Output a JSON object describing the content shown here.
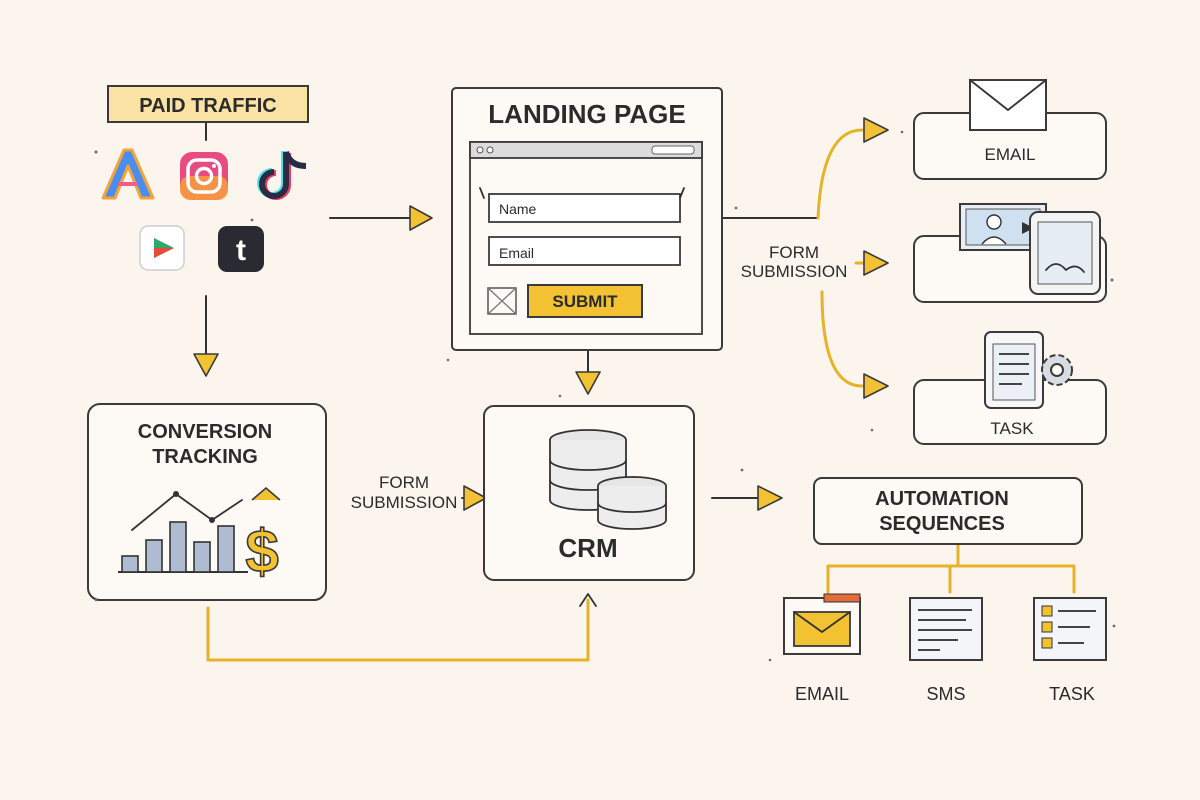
{
  "paid_traffic": {
    "title": "PAID TRAFFIC",
    "icons": [
      "ads-a-icon",
      "instagram-icon",
      "tiktok-icon",
      "play-ads-icon",
      "tumblr-icon"
    ]
  },
  "landing_page": {
    "title": "LANDING PAGE",
    "name_placeholder": "Name",
    "email_placeholder": "Email",
    "submit_label": "SUBMIT"
  },
  "form_submission_right": {
    "line1": "FORM",
    "line2": "SUBMISSION"
  },
  "form_submission_left": {
    "line1": "FORM",
    "line2": "SUBMISSION"
  },
  "conversion_tracking": {
    "line1": "CONVERSION",
    "line2": "TRACKING"
  },
  "crm": {
    "title": "CRM"
  },
  "right_outputs": {
    "email": "EMAIL",
    "task": "TASK"
  },
  "automation": {
    "line1": "AUTOMATION",
    "line2": "SEQUENCES",
    "children": {
      "email": "EMAIL",
      "sms": "SMS",
      "task": "TASK"
    }
  },
  "colors": {
    "background": "#fbf5ee",
    "accent": "#f3c232",
    "wire": "#e6b326",
    "ink": "#3a3a3a"
  }
}
